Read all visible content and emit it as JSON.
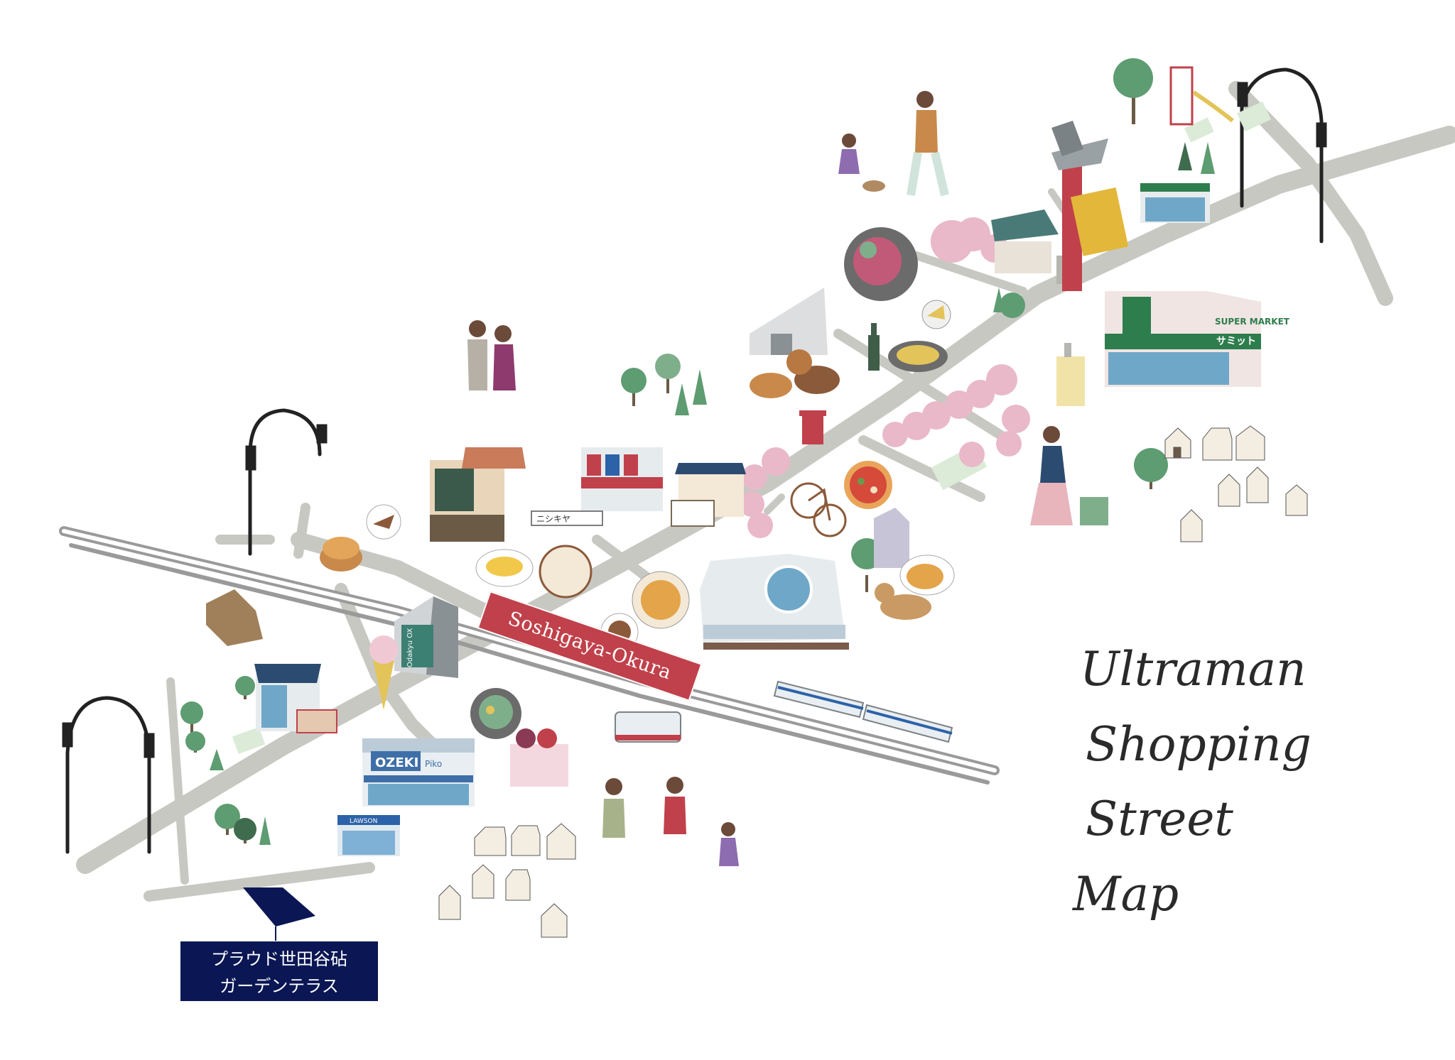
{
  "station": {
    "label": "Soshigaya-Okura"
  },
  "title": {
    "line1": "Ultraman",
    "line2": "Shopping Street",
    "line3": "Map"
  },
  "property": {
    "line1": "プラウド世田谷砧",
    "line2": "ガーデンテラス"
  },
  "stores": {
    "ozeki_name": "OZEKI",
    "ozeki_sub": "Piko",
    "lawson": "LAWSON",
    "odakyu": "Odakyu OX",
    "summit_sign": "SUPER MARKET",
    "summit_name": "サミット",
    "sweets_shop": "ニシキヤ"
  },
  "colors": {
    "road": "#c8c8c3",
    "rail": "#8d8d8d",
    "station_red": "#c0414b",
    "property_navy": "#0b1754",
    "tree_green": "#5e9c71",
    "sakura_pink": "#e9b9c9",
    "supermarket_green": "#2e7d4d"
  }
}
